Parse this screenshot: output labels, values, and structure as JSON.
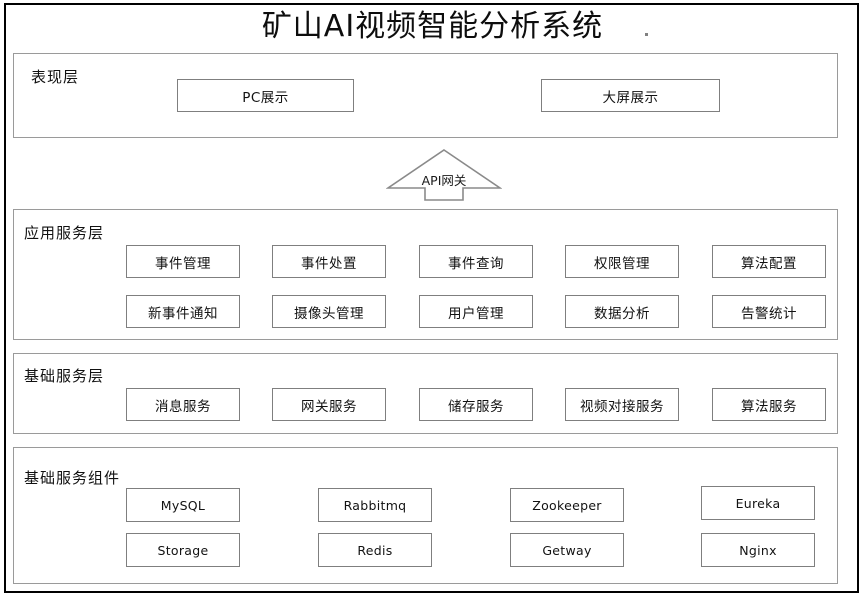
{
  "diagram": {
    "title": "矿山AI视频智能分析系统",
    "gateway": {
      "label": "API网关",
      "icon": "up-arrow-shape"
    },
    "layers": [
      {
        "id": "presentation",
        "label": "表现层",
        "nodes": [
          {
            "label": "PC展示",
            "script": "cjk"
          },
          {
            "label": "大屏展示",
            "script": "cjk"
          }
        ]
      },
      {
        "id": "application-service",
        "label": "应用服务层",
        "nodes": [
          {
            "label": "事件管理",
            "script": "cjk"
          },
          {
            "label": "事件处置",
            "script": "cjk"
          },
          {
            "label": "事件查询",
            "script": "cjk"
          },
          {
            "label": "权限管理",
            "script": "cjk"
          },
          {
            "label": "算法配置",
            "script": "cjk"
          },
          {
            "label": "新事件通知",
            "script": "cjk"
          },
          {
            "label": "摄像头管理",
            "script": "cjk"
          },
          {
            "label": "用户管理",
            "script": "cjk"
          },
          {
            "label": "数据分析",
            "script": "cjk"
          },
          {
            "label": "告警统计",
            "script": "cjk"
          }
        ]
      },
      {
        "id": "basic-service",
        "label": "基础服务层",
        "nodes": [
          {
            "label": "消息服务",
            "script": "cjk"
          },
          {
            "label": "网关服务",
            "script": "cjk"
          },
          {
            "label": "储存服务",
            "script": "cjk"
          },
          {
            "label": "视频对接服务",
            "script": "cjk"
          },
          {
            "label": "算法服务",
            "script": "cjk"
          }
        ]
      },
      {
        "id": "basic-components",
        "label": "基础服务组件",
        "nodes": [
          {
            "label": "MySQL",
            "script": "latin"
          },
          {
            "label": "Rabbitmq",
            "script": "latin"
          },
          {
            "label": "Zookeeper",
            "script": "latin"
          },
          {
            "label": "Eureka",
            "script": "latin"
          },
          {
            "label": "Storage",
            "script": "latin"
          },
          {
            "label": "Redis",
            "script": "latin"
          },
          {
            "label": "Getway",
            "script": "latin"
          },
          {
            "label": "Nginx",
            "script": "latin"
          }
        ]
      }
    ],
    "colors": {
      "outer_border": "#000000",
      "layer_border": "#9a9a9a",
      "node_border": "#7f7f7f",
      "background": "#ffffff",
      "text": "#121212"
    }
  }
}
